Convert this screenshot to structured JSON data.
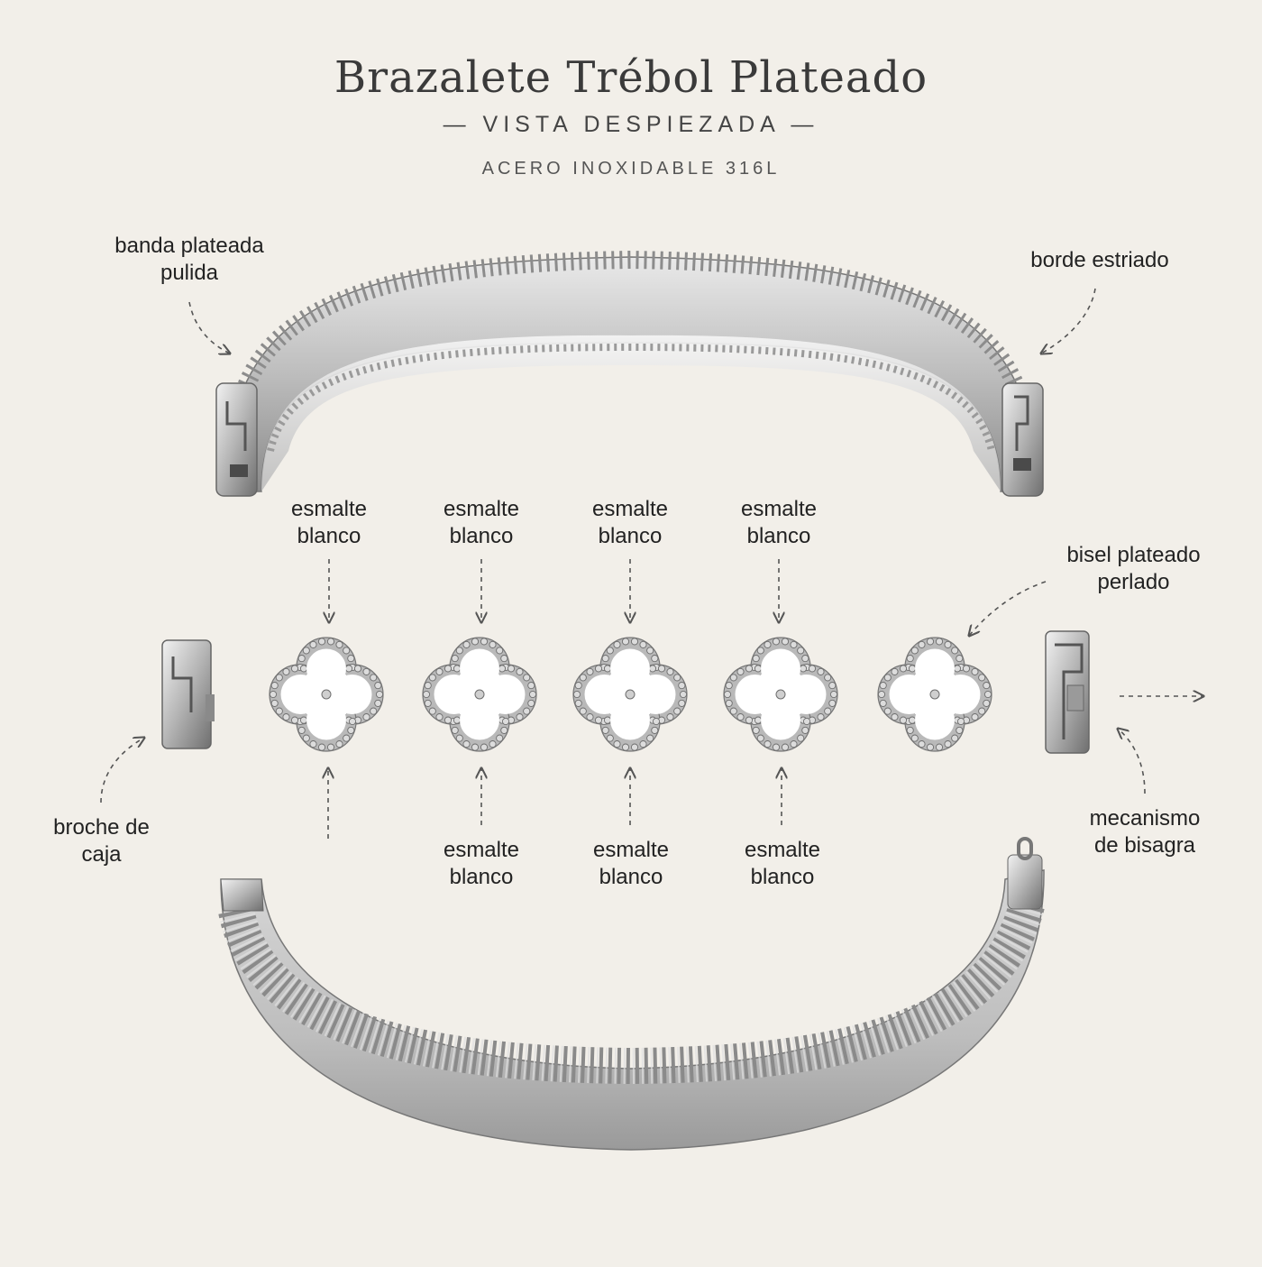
{
  "header": {
    "title": "Brazalete Trébol Plateado",
    "subtitle": "— VISTA DESPIEZADA —",
    "material": "ACERO INOXIDABLE 316L"
  },
  "labels": {
    "top_left": "banda plateada\npulida",
    "top_right": "borde estriado",
    "enamel_top_1": "esmalte\nblanco",
    "enamel_top_2": "esmalte\nblanco",
    "enamel_top_3": "esmalte\nblanco",
    "enamel_top_4": "esmalte\nblanco",
    "bezel": "bisel plateado\nperlado",
    "clasp": "broche de\ncaja",
    "hinge": "mecanismo\nde bisagra",
    "enamel_bottom_1": "esmalte\nblanco",
    "enamel_bottom_2": "esmalte\nblanco",
    "enamel_bottom_3": "esmalte\nblanco"
  },
  "colors": {
    "background": "#f2efe9",
    "silver": "#c9c9c9",
    "silver_dark": "#7d7d7d",
    "enamel": "#ffffff",
    "annotation": "#555555"
  }
}
